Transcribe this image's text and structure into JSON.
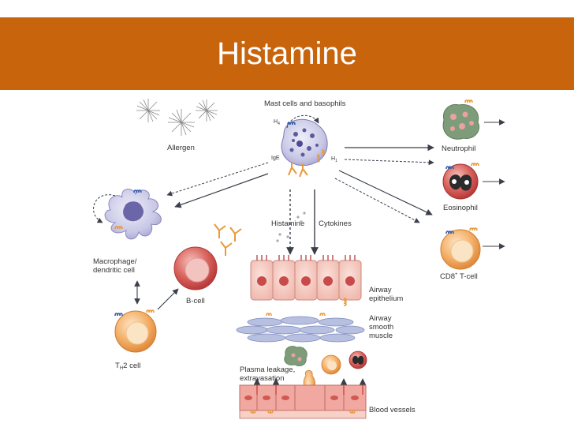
{
  "header": {
    "title": "Histamine"
  },
  "labels": {
    "mast_cells": "Mast cells and basophils",
    "h4": "H",
    "h4_sub": "4",
    "h1": "H",
    "h1_sub": "1",
    "ige": "IgE",
    "allergen": "Allergen",
    "neutrophil": "Neutrophil",
    "eosinophil": "Eosinophil",
    "cd8": "CD8",
    "cd8_sup": "+",
    "cd8_suffix": " T-cell",
    "macrophage_line1": "Macrophage/",
    "macrophage_line2": "dendritic cell",
    "histamine": "Histamine",
    "cytokines": "Cytokines",
    "bcell": "B-cell",
    "airway_epi_line1": "Airway",
    "airway_epi_line2": "epithelium",
    "airway_sm_line1": "Airway",
    "airway_sm_line2": "smooth",
    "airway_sm_line3": "muscle",
    "th2_prefix": "T",
    "th2_sub": "H",
    "th2_suffix": "2 cell",
    "plasma_line1": "Plasma leakage,",
    "plasma_line2": "extravasation",
    "blood_vessels": "Blood vessels"
  },
  "colors": {
    "banner": "#c8640c",
    "receptor_blue": "#3a5fa8",
    "receptor_orange": "#e89a3a",
    "cell_orange": "#f2a65a",
    "cell_red": "#c74a4a",
    "arrow": "#3a3f4a"
  }
}
